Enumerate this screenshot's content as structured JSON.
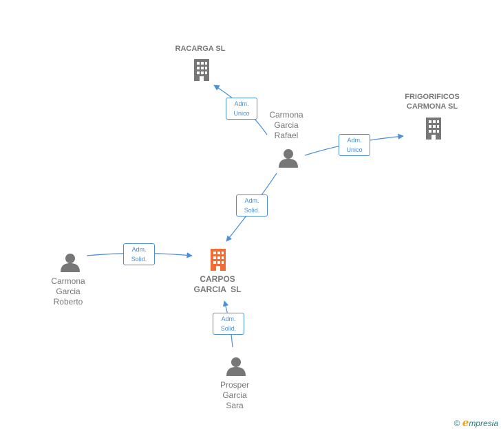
{
  "colors": {
    "edge": "#4a8ed6",
    "node": "#777777",
    "main_node": "#f26c34"
  },
  "nodes": {
    "racarga": {
      "label": "RACARGA SL",
      "icon": "building-icon"
    },
    "frigorificos": {
      "label_line1": "FRIGORIFICOS",
      "label_line2": "CARMONA SL",
      "icon": "building-icon"
    },
    "rafael": {
      "line1": "Carmona",
      "line2": "Garcia",
      "line3": "Rafael",
      "icon": "person-icon"
    },
    "carpos": {
      "line1": "CARPOS",
      "line2": "GARCIA  SL",
      "icon": "building-icon"
    },
    "roberto": {
      "line1": "Carmona",
      "line2": "Garcia",
      "line3": "Roberto",
      "icon": "person-icon"
    },
    "sara": {
      "line1": "Prosper",
      "line2": "Garcia",
      "line3": "Sara",
      "icon": "person-icon"
    }
  },
  "edges": {
    "rafael_racarga": {
      "line1": "Adm.",
      "line2": "Unico"
    },
    "rafael_frigorificos": {
      "line1": "Adm.",
      "line2": "Unico"
    },
    "rafael_carpos": {
      "line1": "Adm.",
      "line2": "Solid."
    },
    "roberto_carpos": {
      "line1": "Adm.",
      "line2": "Solid."
    },
    "sara_carpos": {
      "line1": "Adm.",
      "line2": "Solid."
    }
  },
  "brand": {
    "symbol": "©",
    "e": "e",
    "rest": "mpresia"
  }
}
